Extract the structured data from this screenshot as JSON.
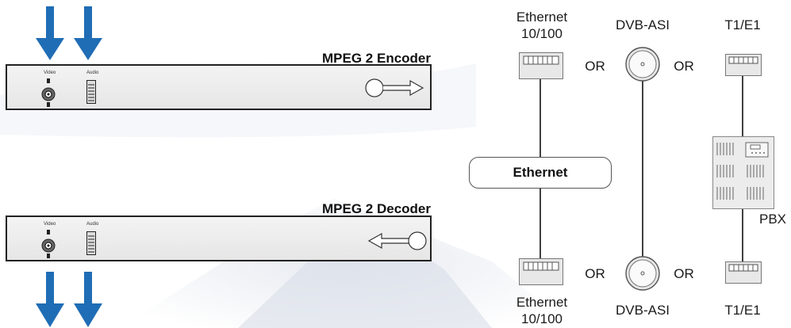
{
  "encoder": {
    "title": "MPEG 2 Encoder",
    "video_label": "Video",
    "audio_label": "Audio"
  },
  "decoder": {
    "title": "MPEG 2 Decoder",
    "video_label": "Video",
    "audio_label": "Audio"
  },
  "top": {
    "ethernet_line1": "Ethernet",
    "ethernet_line2": "10/100",
    "dvb_asi": "DVB-ASI",
    "t1e1": "T1/E1",
    "or1": "OR",
    "or2": "OR"
  },
  "bottom": {
    "ethernet_line1": "Ethernet",
    "ethernet_line2": "10/100",
    "dvb_asi": "DVB-ASI",
    "t1e1": "T1/E1",
    "or1": "OR",
    "or2": "OR"
  },
  "network_label": "Ethernet",
  "pbx_label": "PBX",
  "colors": {
    "arrow_blue": "#1f6db5",
    "panel_border": "#222222",
    "connector_fill": "#e8e8e8"
  }
}
